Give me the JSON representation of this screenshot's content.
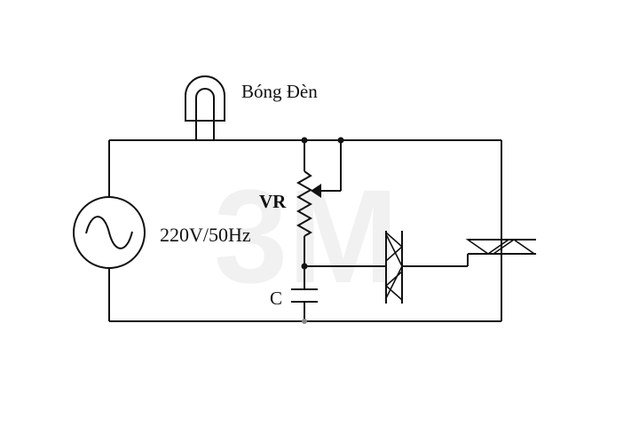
{
  "labels": {
    "lamp": "Bóng Đèn",
    "source": "220V/50Hz",
    "potentiometer": "VR",
    "capacitor": "C"
  },
  "watermark": "3M"
}
